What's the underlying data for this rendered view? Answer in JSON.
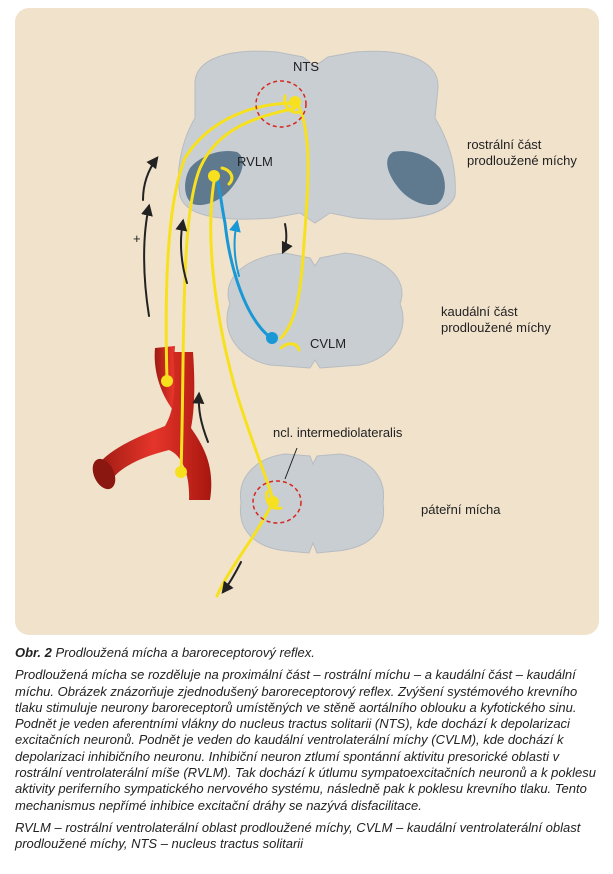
{
  "labels": {
    "nts": "NTS",
    "rvlm": "RVLM",
    "cvlm": "CVLM",
    "rostral": "rostrální část prodloužené míchy",
    "caudal": "kaudální část prodloužené míchy",
    "intermediolateralis": "ncl. intermediolateralis",
    "spinal": "páteřní mícha",
    "plus": "+"
  },
  "caption": {
    "number": "Obr. 2",
    "title": "Prodloužená mícha a baroreceptorový reflex.",
    "body": "Prodloužená mícha se rozděluje na proximální část – rostrální míchu – a kaudální část – kaudální míchu. Obrázek znázorňuje zjednodušený baroreceptorový reflex. Zvýšení systémového krevního tlaku stimuluje neurony baroreceptorů umístěných ve stěně aortálního oblouku a kyfotického sinu. Podnět je veden aferentními vlákny do nucleus tractus solitarii (NTS), kde dochází k depolarizaci excitačních neuronů. Podnět je veden do kaudální ventrolaterální míchy (CVLM), kde dochází k depolarizaci inhibičního neuronu. Inhibiční neuron ztlumí spontánní aktivitu presorické oblasti v rostrální ventrolaterální míše (RVLM). Tak dochází k útlumu sympatoexcitačních neuronů a k poklesu aktivity periferního sympatického nervového systému, následně pak k poklesu krevního tlaku. Tento mechanismus nepřímé inhibice excitační dráhy se nazývá disfacilitace.",
    "abbreviations": "RVLM – rostrální ventrolaterální oblast prodloužené míchy, CVLM – kaudální ventrolaterální oblast prodloužené míchy, NTS – nucleus tractus solitarii"
  },
  "colors": {
    "panel": "#f1e2cc",
    "tissue": "#c9ced3",
    "grey_matter": "#5f7a8f",
    "excitatory": "#f7e11e",
    "inhibitory": "#1a98d5",
    "artery": "#d6281e",
    "dashed_ring": "#d6281e"
  }
}
